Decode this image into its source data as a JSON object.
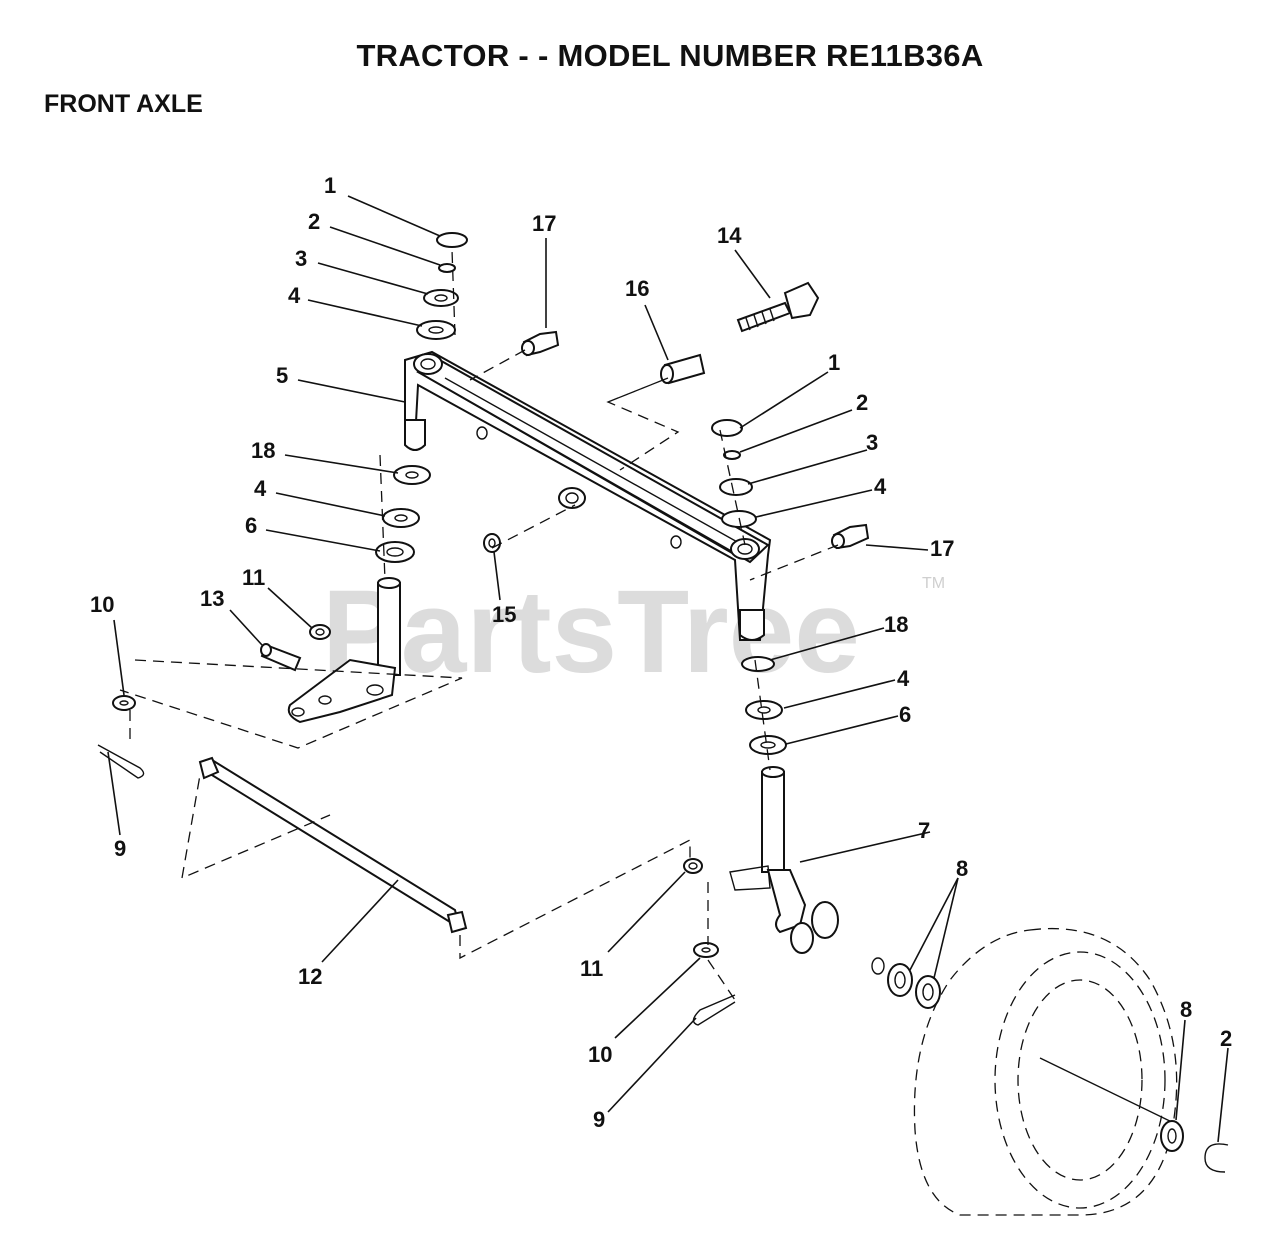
{
  "title": "TRACTOR - - MODEL NUMBER RE11B36A",
  "section": "FRONT AXLE",
  "watermark": {
    "text": "PartsTree",
    "trademark": "TM"
  },
  "callouts": [
    "1",
    "2",
    "3",
    "4",
    "5",
    "18",
    "4",
    "6",
    "11",
    "13",
    "10",
    "9",
    "17",
    "16",
    "14",
    "15",
    "1",
    "2",
    "3",
    "4",
    "17",
    "18",
    "4",
    "6",
    "7",
    "8",
    "12",
    "11",
    "10",
    "9",
    "8",
    "2"
  ]
}
